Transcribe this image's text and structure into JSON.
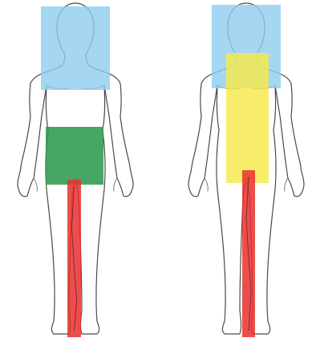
{
  "figures": [
    {
      "id": "left",
      "zones": [
        {
          "name": "head-zone",
          "color": "#8fcdf0",
          "opacity": 0.8
        },
        {
          "name": "torso-zone",
          "color": "#2e9a4e",
          "opacity": 0.88
        },
        {
          "name": "leg-zone",
          "color": "#e8302e",
          "opacity": 0.85
        }
      ]
    },
    {
      "id": "right",
      "zones": [
        {
          "name": "head-zone",
          "color": "#8fcdf0",
          "opacity": 0.8
        },
        {
          "name": "torso-zone",
          "color": "#f5e94a",
          "opacity": 0.82
        },
        {
          "name": "leg-zone",
          "color": "#e8302e",
          "opacity": 0.85
        }
      ]
    }
  ]
}
